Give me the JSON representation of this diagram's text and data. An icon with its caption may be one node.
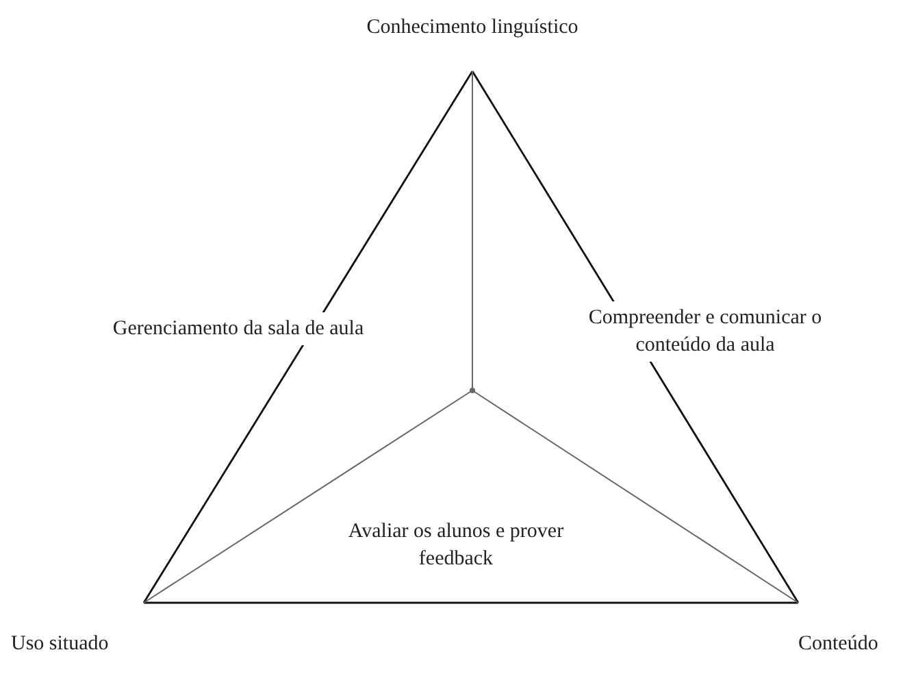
{
  "diagram": {
    "nodes": [
      {
        "text": [
          "Conhecimento linguístico"
        ]
      },
      {
        "text": [
          "Uso situado"
        ]
      },
      {
        "text": [
          "Conteúdo"
        ]
      },
      {
        "text": [],
        "shape": "point"
      }
    ],
    "edges": [
      {
        "from": 0,
        "to": 1,
        "arrow": "none"
      },
      {
        "from": 0,
        "to": 2,
        "arrow": "none"
      },
      {
        "from": 1,
        "to": 2,
        "arrow": "none"
      },
      {
        "from": 0,
        "to": 3,
        "arrow": "none",
        "color": "#666666"
      },
      {
        "from": 1,
        "to": 3,
        "arrow": "none",
        "color": "#666666"
      },
      {
        "from": 2,
        "to": 3,
        "arrow": "none",
        "color": "#666666"
      }
    ],
    "labels": [
      "Gerenciamento da sala de aula",
      "Compreender e comunicar o conteúdo da aula",
      "Avaliar os alunos e prover feedback"
    ]
  }
}
